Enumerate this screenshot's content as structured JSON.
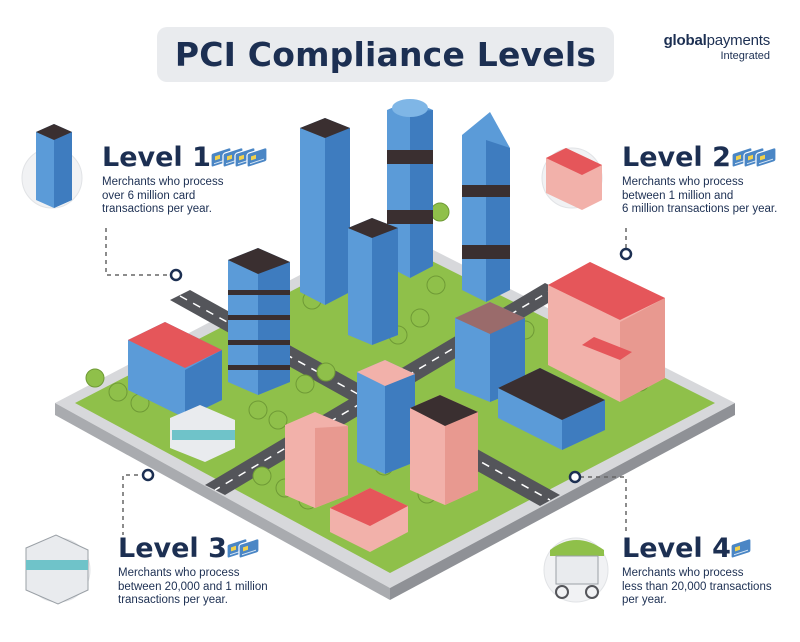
{
  "title": "PCI Compliance Levels",
  "brand": {
    "name_bold": "global",
    "name_rest": "payments",
    "sub": "Integrated"
  },
  "levels": [
    {
      "name": "Level 1",
      "lines": [
        "Merchants who process",
        "over 6 million card",
        "transactions per year."
      ],
      "cards": 4
    },
    {
      "name": "Level 2",
      "lines": [
        "Merchants who process",
        "between 1 million and",
        "6 million transactions per year."
      ],
      "cards": 3
    },
    {
      "name": "Level 3",
      "lines": [
        "Merchants who process",
        "between 20,000 and 1 million",
        "transactions per year."
      ],
      "cards": 2
    },
    {
      "name": "Level 4",
      "lines": [
        "Merchants who process",
        "less than 20,000 transactions",
        "per year."
      ],
      "cards": 1
    }
  ],
  "colors": {
    "navy": "#1c2f52",
    "grass": "#8fc04a",
    "road": "#54555a",
    "glass": "#5b9bd8",
    "brick": "#e5565a",
    "pink": "#f2b1aa",
    "card": "#4a86c5"
  }
}
